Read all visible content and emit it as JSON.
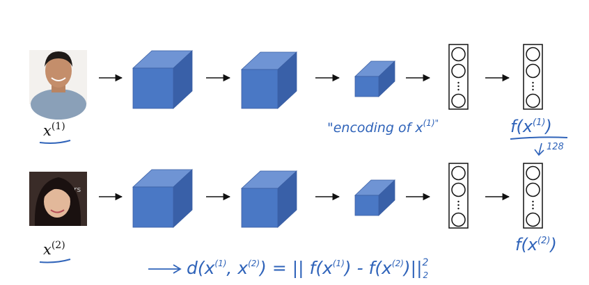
{
  "rows": [
    {
      "input_label": "x",
      "input_sup": "(1)",
      "photo": "person-1-photo",
      "encoding_label": "f(x",
      "encoding_sup": "(1)",
      "encoding_close": ")"
    },
    {
      "input_label": "x",
      "input_sup": "(2)",
      "photo": "person-2-photo",
      "encoding_label": "f(x",
      "encoding_sup": "(2)",
      "encoding_close": ")"
    }
  ],
  "annotations": {
    "encoding_of": "\"encoding of x",
    "encoding_of_sup": "(1)\"",
    "dimension": "128",
    "distance_lhs": "d(x",
    "distance_sup1": "(1)",
    "distance_mid": ", x",
    "distance_sup2": "(2)",
    "distance_eq": ") = || f(x",
    "distance_sup3": "(1)",
    "distance_minus": ") - f(x",
    "distance_sup4": "(2)",
    "distance_close": ")||",
    "distance_pow": "2",
    "distance_sub": "2"
  },
  "colors": {
    "cube_front": "#4a78c5",
    "cube_top": "#6f94d4",
    "cube_side": "#3960a8",
    "ink": "#2f63b9",
    "line": "#111111"
  },
  "icons": [
    "right-arrow-icon",
    "neuron-circle-icon",
    "vertical-ellipsis-icon"
  ]
}
